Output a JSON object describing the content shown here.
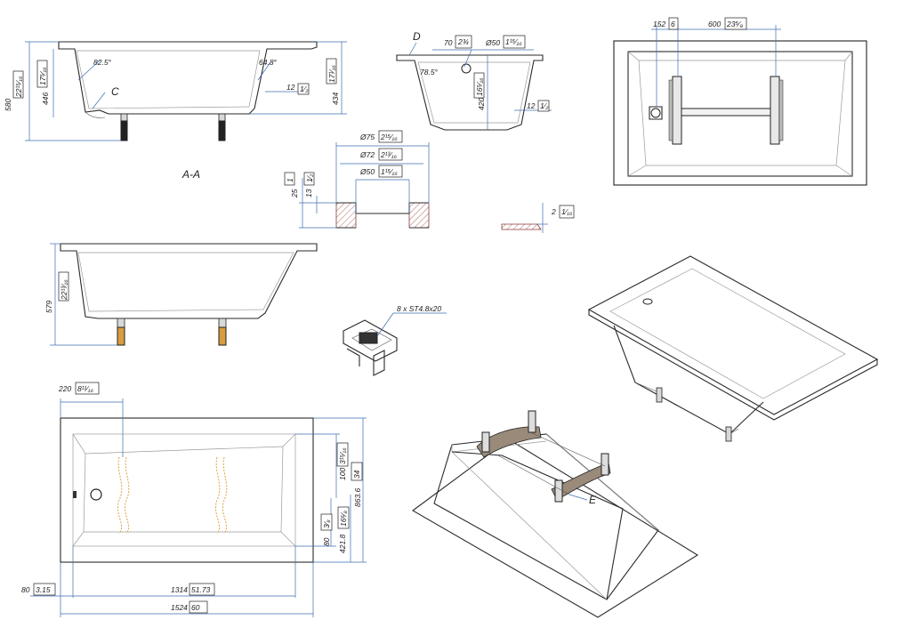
{
  "views": {
    "section_label": "A-A",
    "detail_c": "C",
    "detail_d": "D",
    "detail_e": "E"
  },
  "dims": {
    "s1_height_total": "580",
    "s1_height_total_in": "22¹⁵⁄₁₆",
    "s1_depth": "446",
    "s1_depth_in": "17⁵⁄₁₆",
    "s1_angle_left": "82.5°",
    "s1_angle_right": "64.8°",
    "s1_rim": "12",
    "s1_rim_in": "1⁄₂",
    "s1_right_h": "434",
    "s1_right_h_in": "17¹⁄₁₆",
    "s2_height": "579",
    "s2_height_in": "22¹³⁄₁₆",
    "d_w70": "70",
    "d_w70_in": "2¾",
    "d_o50": "Ø50",
    "d_o50_in": "1¹⁵⁄₁₆",
    "d_angle": "78.5°",
    "d_depth": "420",
    "d_depth_in": "16⁵⁄₁₆",
    "d_rim": "12",
    "d_rim_in": "1⁄₂",
    "drain_o75": "Ø75",
    "drain_o75_in": "2¹⁵⁄₁₆",
    "drain_o72": "Ø72",
    "drain_o72_in": "2¹³⁄₁₆",
    "drain_o50": "Ø50",
    "drain_o50_in": "1¹⁵⁄₁₆",
    "drain_h25": "25",
    "drain_h25_in": "1",
    "drain_h13": "13",
    "drain_h13_in": "1⁄₂",
    "flange_t": "2",
    "flange_t_in": "1⁄₁₆",
    "screw": "8 x ST4.8x20",
    "top_152": "152",
    "top_152_in": "6",
    "top_600": "600",
    "top_600_in": "23⁵⁄₈",
    "plan_220": "220",
    "plan_220_in": "8¹¹⁄₁₆",
    "plan_100": "100",
    "plan_100_in": "3¹⁵⁄₁₆",
    "plan_863": "863.6",
    "plan_863_in": "34",
    "plan_80v": "80",
    "plan_80v_in": "3⁄₈",
    "plan_421": "421.8",
    "plan_421_in": "16⁶⁄₈",
    "plan_80": "80",
    "plan_80_in": "3.15",
    "plan_1314": "1314",
    "plan_1314_in": "51.73",
    "plan_1524": "1524",
    "plan_1524_in": "60"
  }
}
